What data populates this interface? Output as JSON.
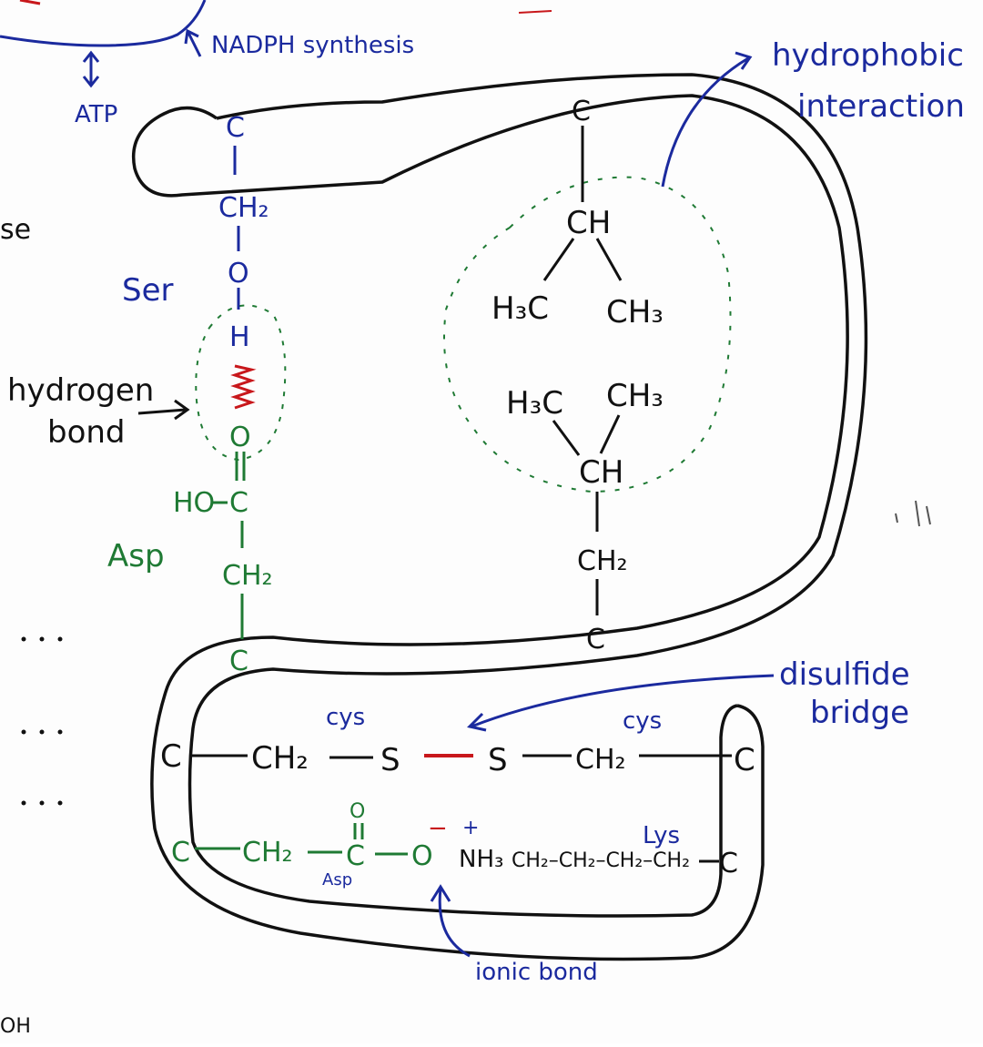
{
  "colors": {
    "black_marker": "#111111",
    "blue_marker": "#1b2a9e",
    "green_marker": "#1f7a34",
    "red_marker": "#c8171b"
  },
  "edge_labels": {
    "atp": "ATP",
    "nadph": "NADPH synthesis",
    "left_se": "se",
    "left_oh": "OH"
  },
  "annotations": {
    "hydrophobic": [
      "hydrophobic",
      "interaction"
    ],
    "hydrogen": [
      "hydrogen",
      "bond"
    ],
    "disulfide": [
      "disulfide",
      "bridge"
    ],
    "ionic": "ionic bond"
  },
  "residues": {
    "ser": "Ser",
    "asp": "Asp",
    "cys_left": "cys",
    "cys_right": "cys",
    "asp_small": "Asp",
    "lys": "Lys"
  },
  "ser_chain": {
    "c": "C",
    "ch2": "CH₂",
    "o": "O",
    "h": "H"
  },
  "asp_chain": {
    "o": "O",
    "ho": "HO",
    "c": "C",
    "ch2": "CH₂",
    "c_bottom": "C"
  },
  "hydrophobic_top": {
    "c": "C",
    "ch": "CH",
    "h3c": "H₃C",
    "ch3": "CH₃"
  },
  "hydrophobic_bottom": {
    "h3c": "H₃C",
    "ch3": "CH₃",
    "ch": "CH",
    "ch2": "CH₂",
    "c": "C"
  },
  "disulfide_row": {
    "c_left": "C",
    "ch2_left": "CH₂",
    "s_left": "S",
    "s_right": "S",
    "ch2_right": "CH₂",
    "c_right": "C"
  },
  "ionic_row": {
    "c_left": "C",
    "ch2": "CH₂",
    "c_mid": "C",
    "o_double": "O",
    "o_minus": "O",
    "minus": "−",
    "plus": "+",
    "nh3": "NH₃",
    "lys_chain": "CH₂–CH₂–CH₂–CH₂",
    "c_right": "C"
  }
}
